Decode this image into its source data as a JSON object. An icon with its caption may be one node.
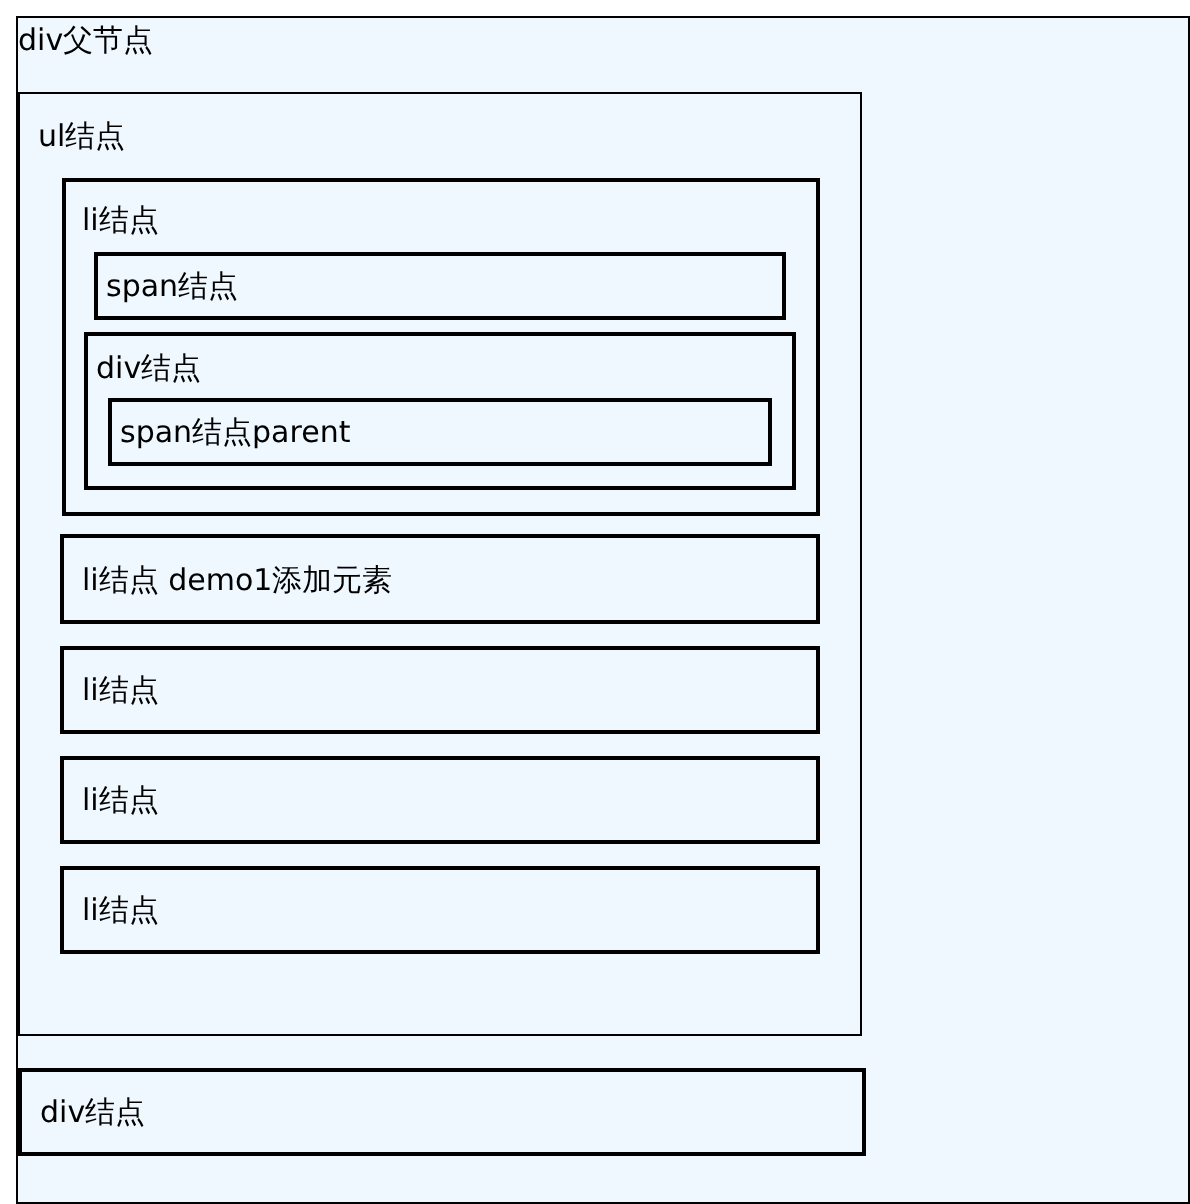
{
  "diagram": {
    "nodes": [
      {
        "text": [
          "div父节点"
        ]
      },
      {
        "text": [
          "ul结点"
        ],
        "in": 0
      },
      {
        "text": [
          "li结点"
        ],
        "in": 1
      },
      {
        "text": [
          "span结点"
        ],
        "in": 2
      },
      {
        "text": [
          "div结点"
        ],
        "in": 2
      },
      {
        "text": [
          "span结点parent"
        ],
        "in": 4
      },
      {
        "text": [
          "li结点 demo1添加元素"
        ],
        "in": 1
      },
      {
        "text": [
          "li结点"
        ],
        "in": 1
      },
      {
        "text": [
          "li结点"
        ],
        "in": 1
      },
      {
        "text": [
          "li结点"
        ],
        "in": 1
      },
      {
        "text": [
          "div结点"
        ],
        "in": 0
      }
    ]
  }
}
